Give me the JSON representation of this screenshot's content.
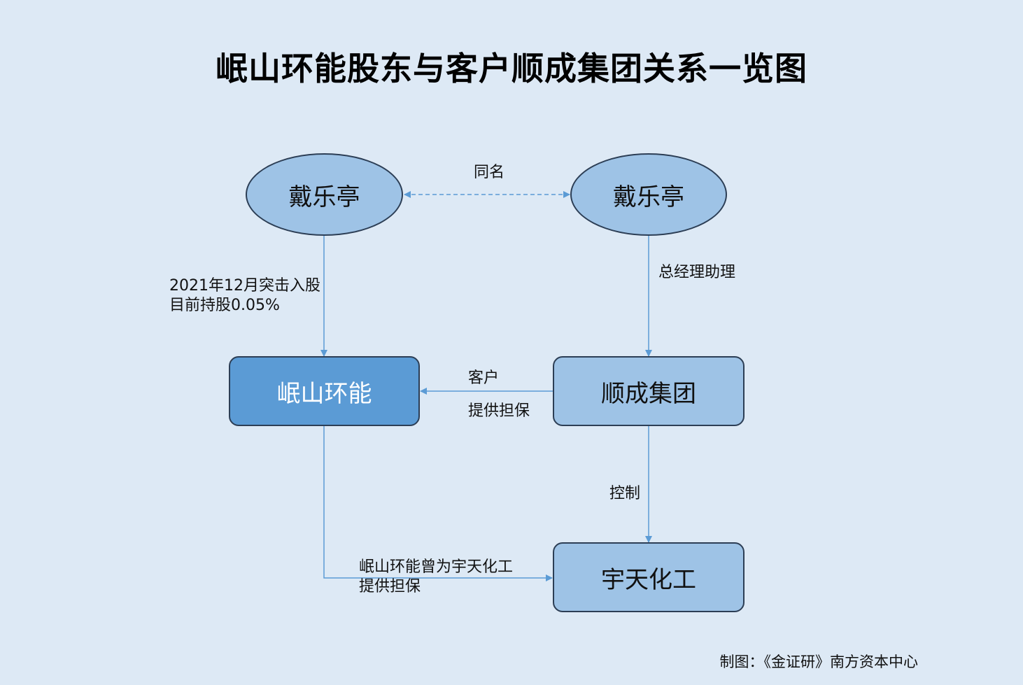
{
  "title": "岷山环能股东与客户顺成集团关系一览图",
  "nodes": {
    "person_left": "戴乐亭",
    "person_right": "戴乐亭",
    "minshan": "岷山环能",
    "shuncheng": "顺成集团",
    "yutian": "宇天化工"
  },
  "edges": {
    "same_name": "同名",
    "stake_line1": "2021年12月突击入股",
    "stake_line2": "目前持股0.05%",
    "role": "总经理助理",
    "customer": "客户",
    "guarantee": "提供担保",
    "control": "控制",
    "past_guarantee_line1": "岷山环能曾为宇天化工",
    "past_guarantee_line2": "提供担保"
  },
  "credit": "制图：《金证研》南方资本中心",
  "colors": {
    "background": "#dde9f5",
    "node_light": "#9ec3e6",
    "node_dark": "#5b9bd5",
    "line": "#5b9bd5"
  }
}
